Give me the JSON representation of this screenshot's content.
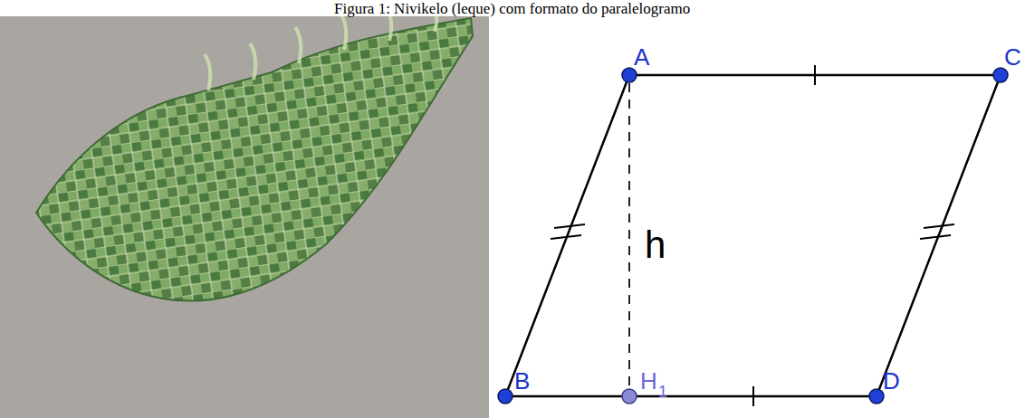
{
  "diagram": {
    "caption": "Figura 1: Nivikelo (leque) com formato do paralelogramo",
    "labels": [
      "A",
      "C",
      "h",
      "B",
      "H",
      "1",
      "D"
    ]
  }
}
